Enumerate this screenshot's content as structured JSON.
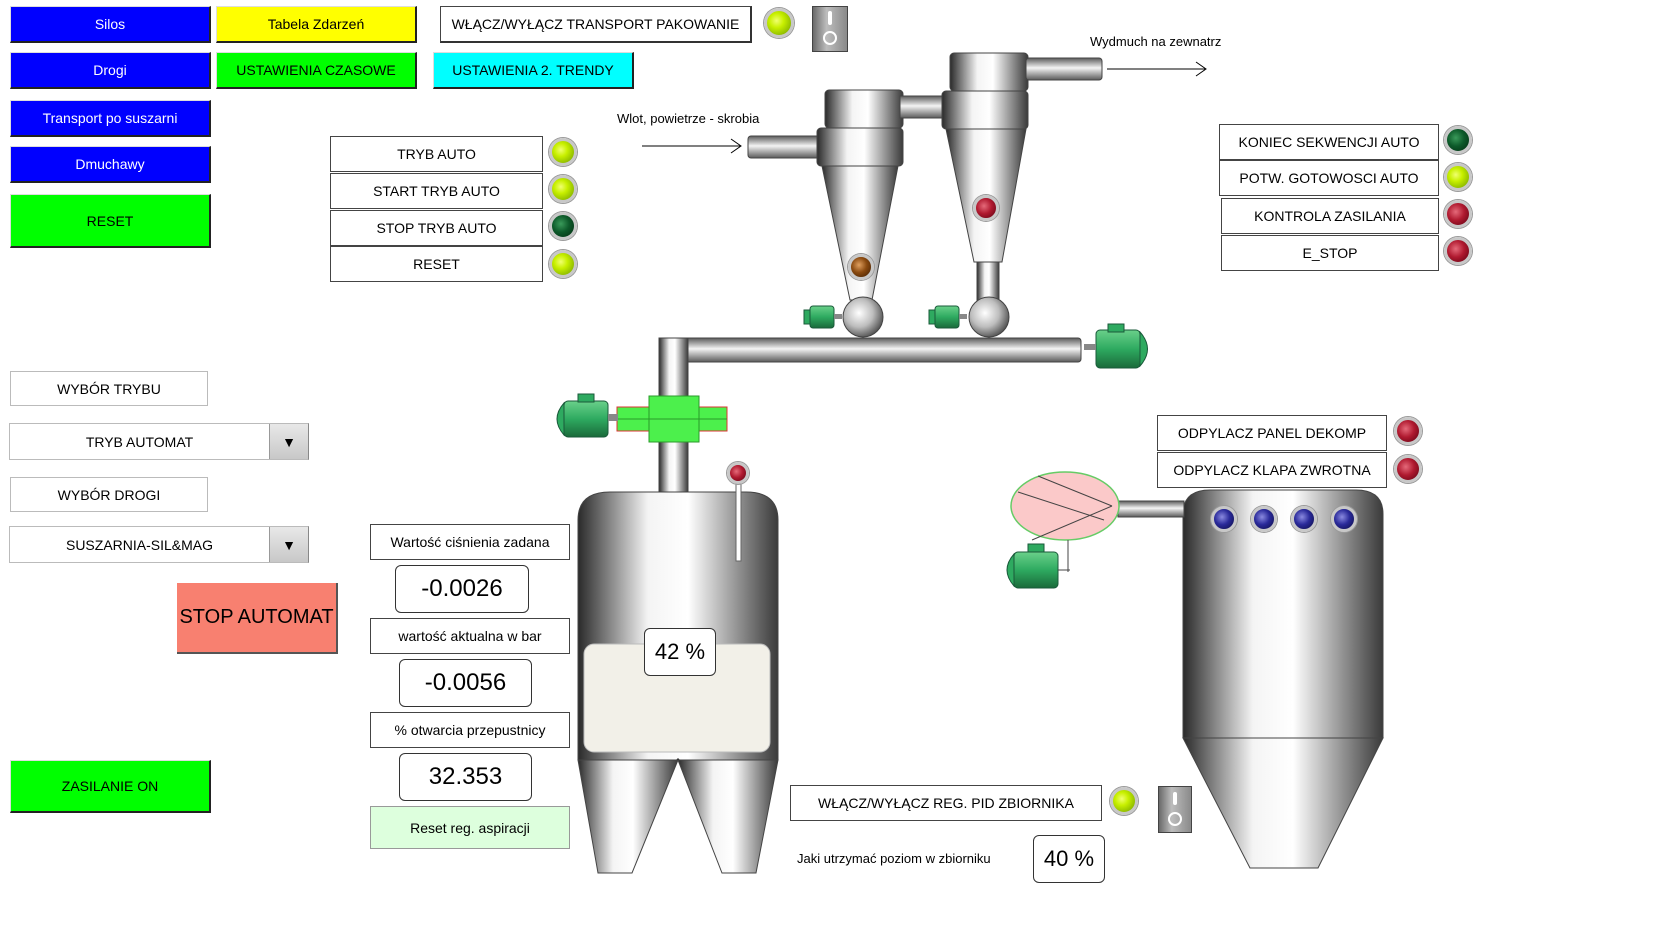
{
  "nav": {
    "silos": "Silos",
    "tabela": "Tabela Zdarzeń",
    "drogi": "Drogi",
    "ustawienia_czasowe": "USTAWIENIA CZASOWE",
    "ustawienia_trendy": "USTAWIENIA 2. TRENDY",
    "transport": "Transport po suszarni",
    "dmuchawy": "Dmuchawy",
    "reset": "RESET",
    "zasilanie": "ZASILANIE ON"
  },
  "transport_toggle": {
    "label": "WŁĄCZ/WYŁĄCZ TRANSPORT PAKOWANIE",
    "lamp": "on"
  },
  "auto_panel": {
    "items": [
      {
        "label": "TRYB AUTO",
        "lamp": "on"
      },
      {
        "label": "START TRYB AUTO",
        "lamp": "on"
      },
      {
        "label": "STOP TRYB AUTO",
        "lamp": "off"
      },
      {
        "label": "RESET",
        "lamp": "on"
      }
    ]
  },
  "status_panel": {
    "items": [
      {
        "label": "KONIEC SEKWENCJI AUTO",
        "lamp": "off"
      },
      {
        "label": "POTW. GOTOWOSCI AUTO",
        "lamp": "on"
      },
      {
        "label": "KONTROLA ZASILANIA",
        "lamp": "red"
      },
      {
        "label": "E_STOP",
        "lamp": "red"
      }
    ]
  },
  "mode": {
    "wybor_trybu": "WYBÓR TRYBU",
    "tryb_value": "TRYB AUTOMAT",
    "wybor_drogi": "WYBÓR DROGI",
    "droga_value": "SUSZARNIA-SIL&MAG",
    "stop_automat": "STOP AUTOMAT"
  },
  "pressure": {
    "setpoint_label": "Wartość ciśnienia zadana",
    "setpoint_value": "-0.0026",
    "actual_label": "wartość aktualna w bar",
    "actual_value": "-0.0056",
    "valve_label": "% otwarcia przepustnicy",
    "valve_value": "32.353",
    "reset_label": "Reset  reg. aspiracji"
  },
  "process": {
    "wydmuch": "Wydmuch na zewnatrz",
    "wlot": "Wlot, powietrze - skrobia",
    "tank_level": "42 %",
    "tank_level_fraction": 0.42
  },
  "odpylacz": {
    "items": [
      {
        "label": "ODPYLACZ PANEL DEKOMP",
        "lamp": "red"
      },
      {
        "label": "ODPYLACZ KLAPA ZWROTNA",
        "lamp": "red"
      }
    ]
  },
  "pid": {
    "label": "WŁĄCZ/WYŁĄCZ REG. PID ZBIORNIKA",
    "lamp": "on",
    "level_label": "Jaki utrzymać poziom w zbiorniku",
    "level_value": "40 %"
  },
  "colors": {
    "nav_blue": "#0000ff",
    "nav_green": "#00ff00",
    "nav_yellow": "#ffff00",
    "nav_cyan": "#00ffff",
    "stop_red": "#f88070",
    "reset_light_green": "#ddffdd",
    "motor_green": "#2eaa60"
  }
}
